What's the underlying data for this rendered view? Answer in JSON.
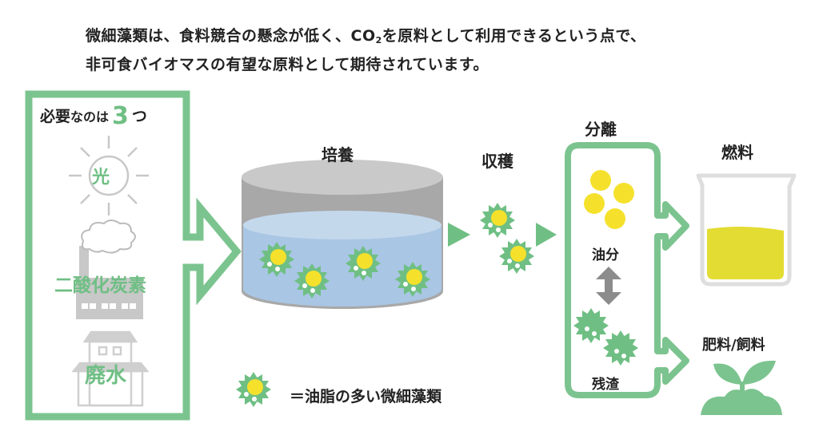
{
  "intro": {
    "line1_before": "微細藻類は、食料競合の懸念が低く、CO",
    "line1_sub": "2",
    "line1_after": "を原料として利用できるという点で、",
    "line2": "非可食バイオマスの有望な原料として期待されています。"
  },
  "requirements": {
    "title_main": "必要",
    "title_small": "なのは",
    "title_number": "3",
    "title_suffix": "つ",
    "items": [
      {
        "label": "光",
        "icon": "sun-icon"
      },
      {
        "label": "二酸化炭素",
        "icon": "factory-icon"
      },
      {
        "label": "廃水",
        "icon": "house-icon"
      }
    ]
  },
  "steps": {
    "culture": "培養",
    "harvest": "収穫",
    "separate": "分離",
    "oil": "油分",
    "residue": "残渣",
    "fuel": "燃料",
    "fertilizer": "肥料/飼料"
  },
  "legend": {
    "text": "＝油脂の多い微細藻類",
    "icon": "microalgae-icon"
  },
  "colors": {
    "green": "#6fbf84",
    "yellow": "#f5e12c",
    "gray": "#c8c8c8",
    "water": "#a9c6e4",
    "fuel": "#e3dc33"
  }
}
